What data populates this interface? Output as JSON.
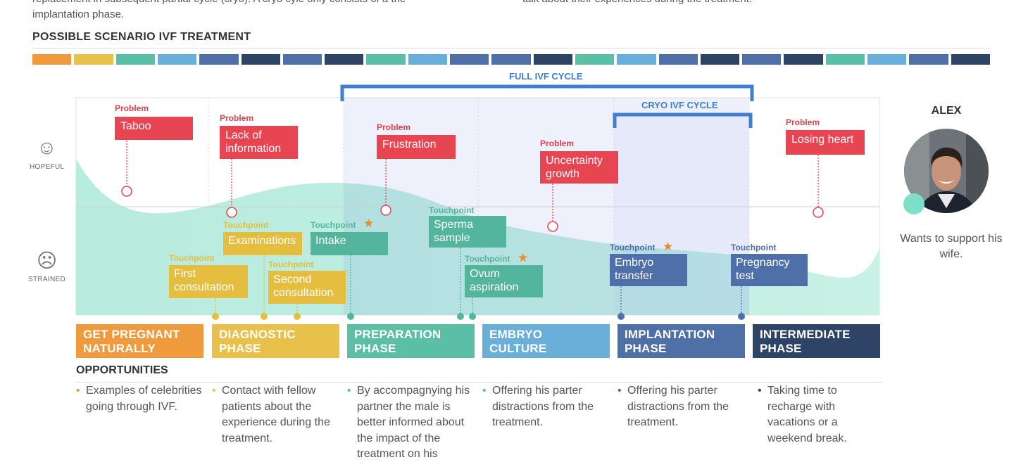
{
  "intro": {
    "left_line1": "replacement in subsequent partial cycle (cryo). A cryo cyle only consists of a the",
    "left_line2": "implantation phase.",
    "right_line1": "talk about their experiences during the treatment."
  },
  "title": "POSSIBLE SCENARIO IVF TREATMENT",
  "colors": {
    "orange": "#ef9a3c",
    "yellow": "#e8c14a",
    "teal": "#5bbfa5",
    "lightblue": "#6aafd9",
    "blue": "#4f70a6",
    "navy": "#2e4466",
    "problem": "#e84552",
    "touch_teal": "#53b59b",
    "touch_yellow": "#e5bd3f",
    "touch_blue": "#4e6fa7",
    "cycle_blue": "#3f7fd1"
  },
  "stripe_colors": [
    "orange",
    "yellow",
    "teal",
    "lightblue",
    "blue",
    "navy",
    "blue",
    "navy",
    "teal",
    "lightblue",
    "blue",
    "blue",
    "navy",
    "teal",
    "lightblue",
    "blue",
    "navy",
    "blue",
    "navy",
    "teal",
    "lightblue",
    "blue",
    "navy"
  ],
  "cycles": {
    "full": "FULL IVF CYCLE",
    "cryo": "CRYO IVF CYCLE"
  },
  "moods": {
    "hopeful": "HOPEFUL",
    "strained": "STRAINED"
  },
  "problem_word": "Problem",
  "touchpoint_word": "Touchpoint",
  "problems": {
    "taboo": "Taboo",
    "lack1": "Lack of",
    "lack2": "information",
    "frustration": "Frustration",
    "uncert1": "Uncertainty",
    "uncert2": "growth",
    "losing": "Losing heart"
  },
  "touchpoints": {
    "first1": "First",
    "first2": "consultation",
    "exams": "Examinations",
    "second1": "Second",
    "second2": "consultation",
    "intake": "Intake",
    "sperma1": "Sperma",
    "sperma2": "sample",
    "ovum1": "Ovum",
    "ovum2": "aspiration",
    "embryo1": "Embryo",
    "embryo2": "transfer",
    "preg1": "Pregnancy",
    "preg2": "test"
  },
  "phases": [
    {
      "l1": "GET PREGNANT",
      "l2": "NATURALLY"
    },
    {
      "l1": "DIAGNOSTIC",
      "l2": "PHASE"
    },
    {
      "l1": "PREPARATION",
      "l2": "PHASE"
    },
    {
      "l1": "EMBRYO",
      "l2": "CULTURE"
    },
    {
      "l1": "IMPLANTATION",
      "l2": "PHASE"
    },
    {
      "l1": "INTERMEDIATE",
      "l2": "PHASE"
    }
  ],
  "opportunities_title": "OPPORTUNITIES",
  "opportunities": [
    "Examples of celebrities going through IVF.",
    "Contact with fellow patients about the experience during the treatment.",
    "By accompagnying his partner the male is better informed about the impact of the treatment on his",
    "Offering his parter distractions from the treatment.",
    "Offering his parter distractions from the treatment.",
    "Taking time to recharge with vacations or a weekend break."
  ],
  "persona": {
    "name": "ALEX",
    "description": "Wants to support his wife."
  }
}
